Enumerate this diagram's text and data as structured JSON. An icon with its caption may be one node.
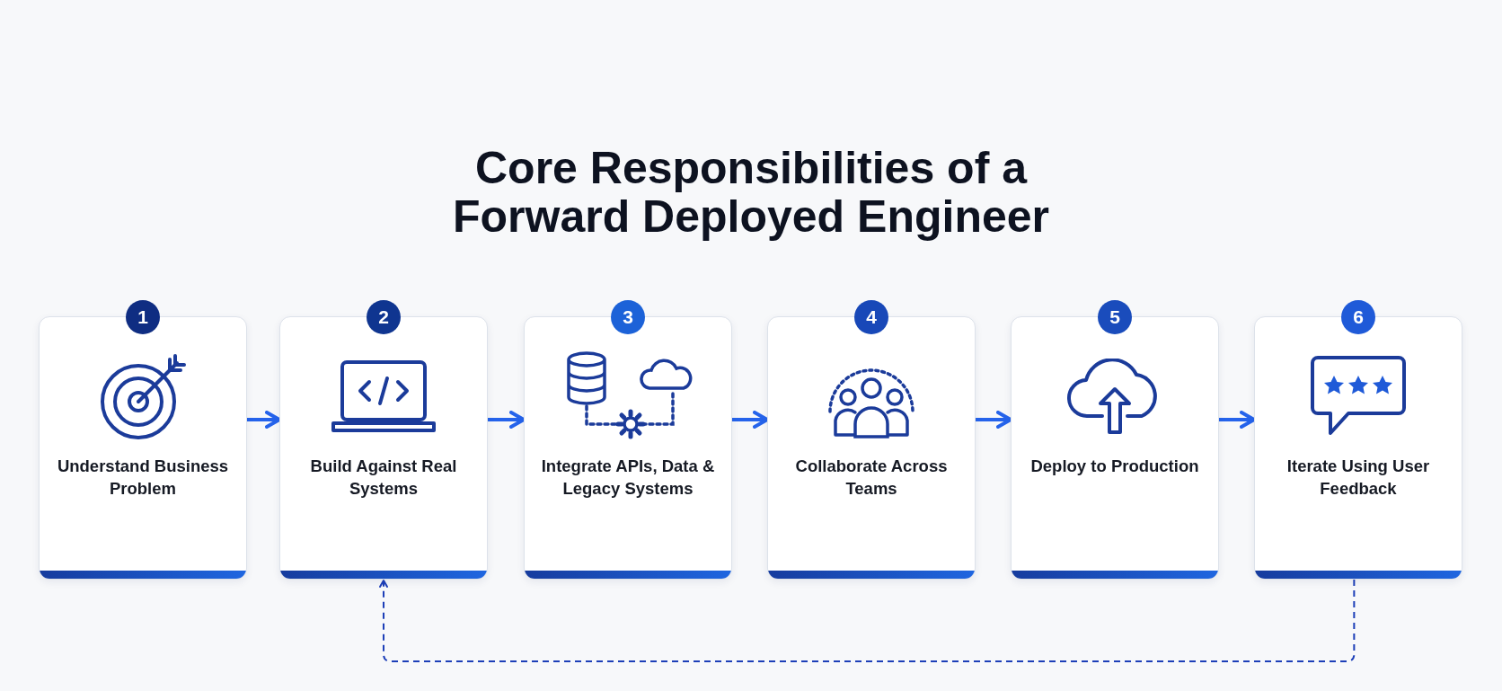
{
  "diagram": {
    "title": "Core Responsibilities of a Forward Deployed Engineer",
    "nodes": [
      {
        "text": [
          "1",
          "Understand Business Problem"
        ]
      },
      {
        "text": [
          "2",
          "Build Against Real Systems"
        ]
      },
      {
        "text": [
          "3",
          "Integrate APIs, Data & Legacy Systems"
        ]
      },
      {
        "text": [
          "4",
          "Collaborate Across Teams"
        ]
      },
      {
        "text": [
          "5",
          "Deploy to Production"
        ]
      },
      {
        "text": [
          "6",
          "Iterate Using User Feedback"
        ]
      }
    ],
    "edges": [
      {
        "from": 0,
        "to": 1,
        "arrow": "to"
      },
      {
        "from": 1,
        "to": 2,
        "arrow": "to"
      },
      {
        "from": 2,
        "to": 3,
        "arrow": "to"
      },
      {
        "from": 3,
        "to": 4,
        "arrow": "to"
      },
      {
        "from": 4,
        "to": 5,
        "arrow": "to"
      },
      {
        "from": 5,
        "to": 1,
        "arrow": "to",
        "style": "dashed",
        "color": "#1d3fb8"
      }
    ]
  }
}
